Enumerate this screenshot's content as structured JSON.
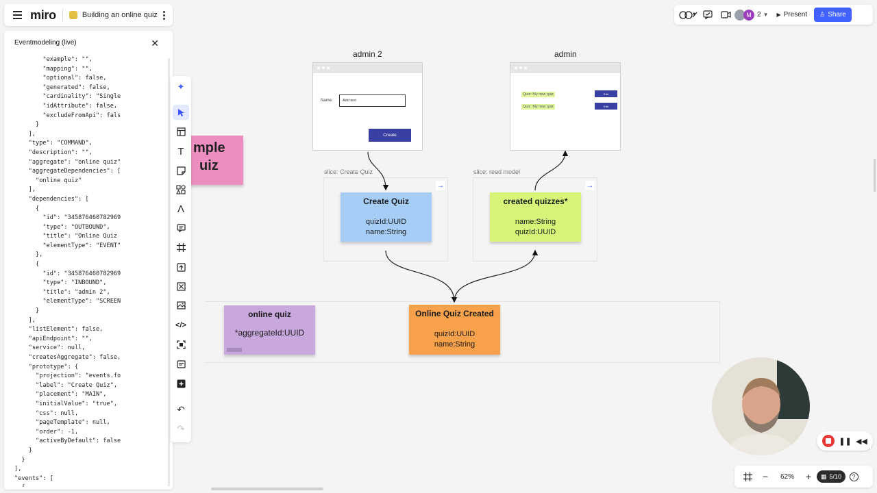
{
  "app": {
    "logo": "miro",
    "board_title": "Building an online quiz"
  },
  "topbar": {
    "collaborator_count": "2",
    "avatars": [
      "",
      "M"
    ],
    "present_label": "Present",
    "share_label": "Share"
  },
  "panel": {
    "title": "Eventmodeling (live)",
    "code_lines": [
      "        \"example\": \"\",",
      "        \"mapping\": \"\",",
      "        \"optional\": false,",
      "        \"generated\": false,",
      "        \"cardinality\": \"Single",
      "        \"idAttribute\": false,",
      "        \"excludeFromApi\": fals",
      "      }",
      "    ],",
      "    \"type\": \"COMMAND\",",
      "    \"description\": \"\",",
      "    \"aggregate\": \"online quiz\"",
      "    \"aggregateDependencies\": [",
      "      \"online quiz\"",
      "    ],",
      "    \"dependencies\": [",
      "      {",
      "        \"id\": \"345876460782969",
      "        \"type\": \"OUTBOUND\",",
      "        \"title\": \"Online Quiz",
      "        \"elementType\": \"EVENT\"",
      "      },",
      "      {",
      "        \"id\": \"345876460782969",
      "        \"type\": \"INBOUND\",",
      "        \"title\": \"admin 2\",",
      "        \"elementType\": \"SCREEN",
      "      }",
      "    ],",
      "    \"listElement\": false,",
      "    \"apiEndpoint\": \"\",",
      "    \"service\": null,",
      "    \"createsAggregate\": false,",
      "    \"prototype\": {",
      "      \"projection\": \"events.fo",
      "      \"label\": \"Create Quiz\",",
      "      \"placement\": \"MAIN\",",
      "      \"initialValue\": \"true\",",
      "      \"css\": null,",
      "      \"pageTemplate\": null,",
      "      \"order\": -1,",
      "      \"activeByDefault\": false",
      "    }",
      "  }",
      "],",
      "\"events\": [",
      "  {"
    ]
  },
  "board": {
    "partial_sticky": {
      "line1": "mple",
      "line2": "uiz"
    },
    "screen_admin2": {
      "frame_label": "admin 2",
      "name_label": "Name:",
      "input_value": "Add text",
      "button_label": "Create"
    },
    "screen_admin": {
      "frame_label": "admin",
      "rows": [
        {
          "label": "Quiz: My new quiz",
          "button": "Edit"
        },
        {
          "label": "Quiz: My new quiz",
          "button": "Edit"
        }
      ]
    },
    "slice_create": "slice: Create Quiz",
    "slice_read": "slice: read model",
    "command": {
      "title": "Create Quiz",
      "line1": "quizId:UUID",
      "line2": "name:String",
      "color": "#a6cdf5"
    },
    "readmodel": {
      "title": "created quizzes*",
      "line1": "name:String",
      "line2": "quizId:UUID",
      "color": "#d6f578"
    },
    "aggregate": {
      "title": "online quiz",
      "line1": "*aggregateId:UUID",
      "color": "#c9a8de"
    },
    "event": {
      "title": "Online Quiz Created",
      "line1": "quizId:UUID",
      "line2": "name:String",
      "color": "#f7a24a"
    }
  },
  "bottom": {
    "zoom": "62%",
    "pages": "5/10",
    "help": "?"
  },
  "icons": {
    "menu": "hamburger-icon",
    "more": "kebab-icon",
    "reactions": "reactions-icon",
    "comments": "comments-icon",
    "video": "video-icon",
    "present": "play-icon",
    "share": "share-icon",
    "close": "close-icon"
  },
  "colors": {
    "accent": "#4262ff",
    "record": "#e53935"
  }
}
